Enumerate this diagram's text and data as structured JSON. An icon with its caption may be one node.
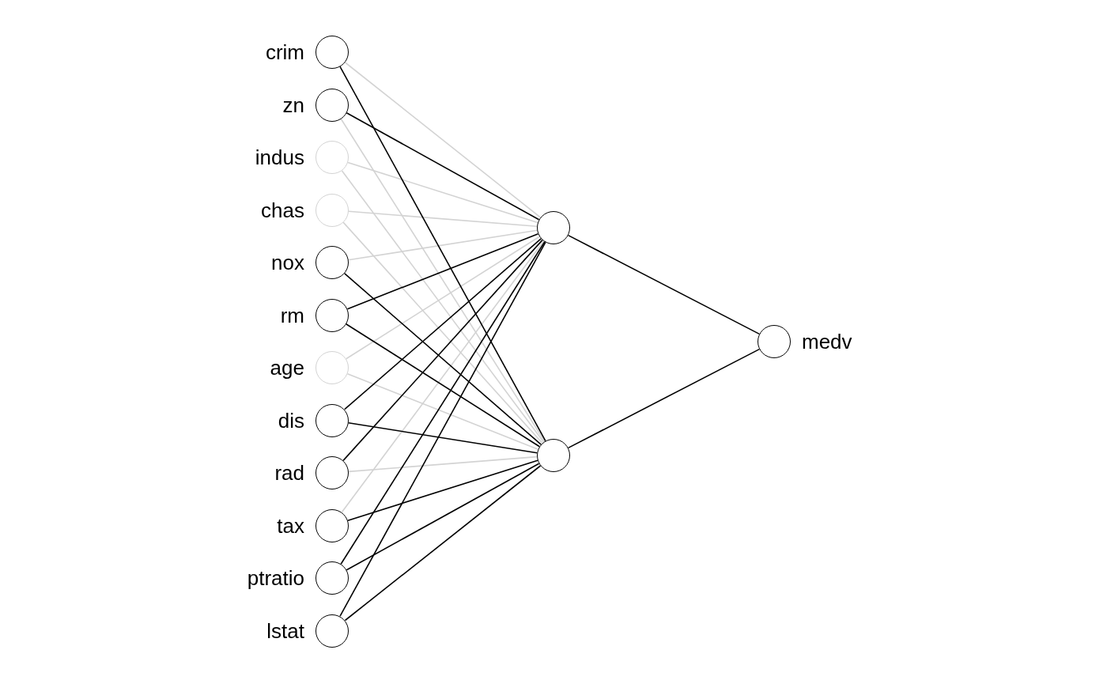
{
  "diagram": {
    "nodes": [
      {
        "text": [
          "crim"
        ]
      },
      {
        "text": [
          "zn"
        ]
      },
      {
        "text": [
          "indus"
        ]
      },
      {
        "text": [
          "chas"
        ]
      },
      {
        "text": [
          "nox"
        ]
      },
      {
        "text": [
          "rm"
        ]
      },
      {
        "text": [
          "age"
        ]
      },
      {
        "text": [
          "dis"
        ]
      },
      {
        "text": [
          "rad"
        ]
      },
      {
        "text": [
          "tax"
        ]
      },
      {
        "text": [
          "ptratio"
        ]
      },
      {
        "text": [
          "lstat"
        ]
      },
      {
        "text": [],
        "shape": "circle"
      },
      {
        "text": [],
        "shape": "circle"
      },
      {
        "text": [
          "medv"
        ]
      }
    ],
    "edges": [
      {
        "from": 0,
        "to": 12,
        "arrow": "none",
        "color": "#d3d3d3"
      },
      {
        "from": 0,
        "to": 13,
        "arrow": "none"
      },
      {
        "from": 1,
        "to": 12,
        "arrow": "none"
      },
      {
        "from": 1,
        "to": 13,
        "arrow": "none",
        "color": "#d3d3d3"
      },
      {
        "from": 2,
        "to": 12,
        "arrow": "none",
        "color": "#d3d3d3"
      },
      {
        "from": 2,
        "to": 13,
        "arrow": "none",
        "color": "#d3d3d3"
      },
      {
        "from": 3,
        "to": 12,
        "arrow": "none",
        "color": "#d3d3d3"
      },
      {
        "from": 3,
        "to": 13,
        "arrow": "none",
        "color": "#d3d3d3"
      },
      {
        "from": 4,
        "to": 12,
        "arrow": "none",
        "color": "#d3d3d3"
      },
      {
        "from": 4,
        "to": 13,
        "arrow": "none"
      },
      {
        "from": 5,
        "to": 12,
        "arrow": "none"
      },
      {
        "from": 5,
        "to": 13,
        "arrow": "none"
      },
      {
        "from": 6,
        "to": 12,
        "arrow": "none",
        "color": "#d3d3d3"
      },
      {
        "from": 6,
        "to": 13,
        "arrow": "none",
        "color": "#d3d3d3"
      },
      {
        "from": 7,
        "to": 12,
        "arrow": "none"
      },
      {
        "from": 7,
        "to": 13,
        "arrow": "none"
      },
      {
        "from": 8,
        "to": 12,
        "arrow": "none"
      },
      {
        "from": 8,
        "to": 13,
        "arrow": "none",
        "color": "#d3d3d3"
      },
      {
        "from": 9,
        "to": 12,
        "arrow": "none",
        "color": "#d3d3d3"
      },
      {
        "from": 9,
        "to": 13,
        "arrow": "none"
      },
      {
        "from": 10,
        "to": 12,
        "arrow": "none"
      },
      {
        "from": 10,
        "to": 13,
        "arrow": "none"
      },
      {
        "from": 11,
        "to": 12,
        "arrow": "none"
      },
      {
        "from": 11,
        "to": 13,
        "arrow": "none"
      },
      {
        "from": 12,
        "to": 14,
        "arrow": "none"
      },
      {
        "from": 13,
        "to": 14,
        "arrow": "none"
      }
    ]
  }
}
